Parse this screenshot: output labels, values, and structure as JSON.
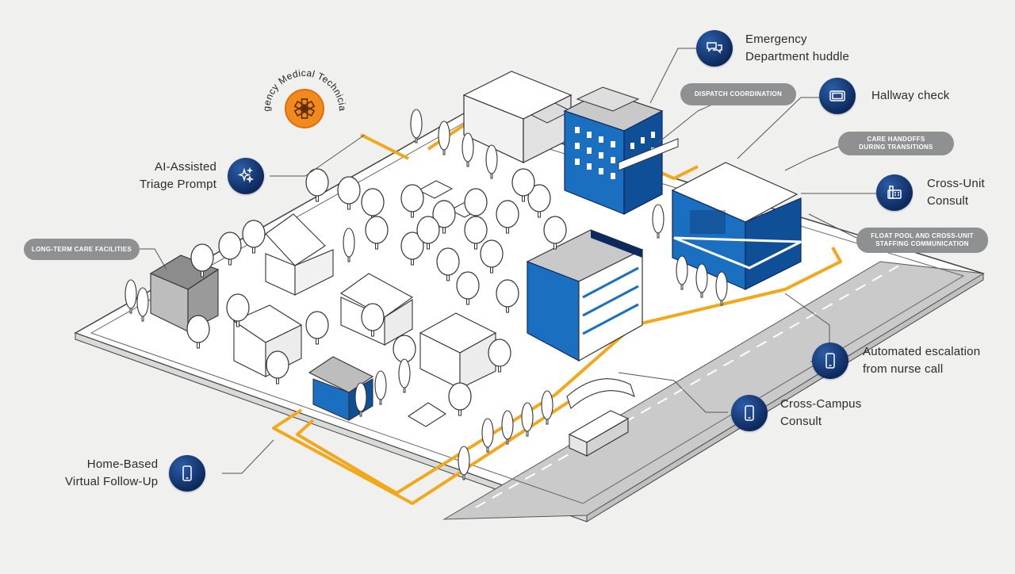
{
  "callouts": {
    "ed_huddle": {
      "line1": "Emergency",
      "line2": "Department huddle",
      "icon": "chat-bubbles-icon"
    },
    "hallway_check": {
      "line1": "Hallway check",
      "icon": "tablet-icon"
    },
    "cross_unit": {
      "line1": "Cross-Unit",
      "line2": "Consult",
      "icon": "desk-phone-icon"
    },
    "escalation": {
      "line1": "Automated escalation",
      "line2": "from nurse call",
      "icon": "smartphone-icon"
    },
    "cross_campus": {
      "line1": "Cross-Campus",
      "line2": "Consult",
      "icon": "smartphone-icon"
    },
    "home_followup": {
      "line1": "Home-Based",
      "line2": "Virtual Follow-Up",
      "icon": "smartphone-icon"
    },
    "ai_triage": {
      "line1": "AI-Assisted",
      "line2": "Triage Prompt",
      "icon": "sparkles-icon"
    }
  },
  "pills": {
    "dispatch": {
      "line1": "DISPATCH COORDINATION"
    },
    "handoffs": {
      "line1": "CARE HANDOFFS",
      "line2": "DURING TRANSITIONS"
    },
    "float_pool": {
      "line1": "FLOAT POOL AND CROSS-UNIT",
      "line2": "STAFFING COMMUNICATION"
    },
    "long_term": {
      "line1": "LONG-TERM CARE FACILITIES"
    }
  },
  "emt": {
    "text": "Emergency Medical Technician call",
    "icon": "star-of-life-icon",
    "color": "#f08a1c"
  },
  "colors": {
    "accent_blue": "#0d2a5e",
    "building_blue": "#1a6fc1",
    "path_orange": "#f2a81d",
    "pill_gray": "#8e9092"
  }
}
